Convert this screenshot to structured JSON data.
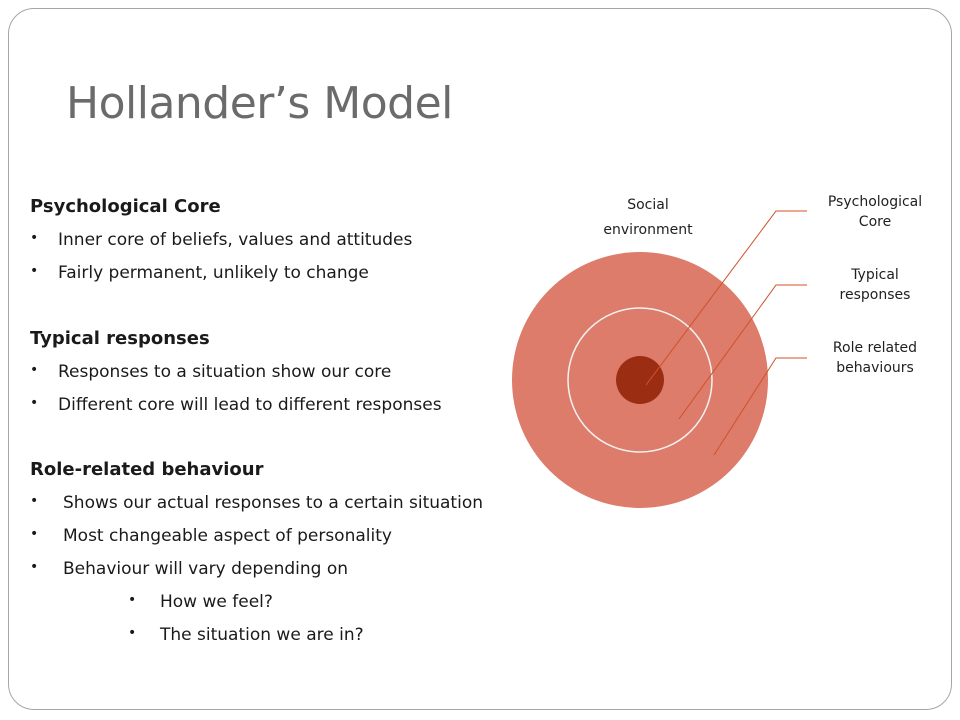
{
  "slide": {
    "title": "Hollander’s Model"
  },
  "sections": [
    {
      "heading": "Psychological Core",
      "bullets": [
        "Inner core of beliefs, values and attitudes",
        "Fairly permanent, unlikely to change"
      ]
    },
    {
      "heading": "Typical responses",
      "bullets": [
        "Responses to a situation show our core",
        "Different core will lead to different responses"
      ]
    },
    {
      "heading": "Role-related behaviour",
      "bullets": [
        "Shows our actual responses to a certain situation",
        "Most changeable aspect of personality",
        "Behaviour will vary depending on"
      ],
      "sub_bullets": [
        "How we feel?",
        "The situation we are in?"
      ]
    }
  ],
  "bullet_glyph": "•",
  "diagram": {
    "outer_label_line1": "Social",
    "outer_label_line2": "environment",
    "callouts": [
      {
        "line1": "Psychological",
        "line2": "Core"
      },
      {
        "line1": "Typical",
        "line2": "responses"
      },
      {
        "line1": "Role related",
        "line2": "behaviours"
      }
    ],
    "colors": {
      "outer": "#dd7c6b",
      "inner_ring": "#f2f2f2",
      "core": "#9b2e12",
      "leader": "#d0502a"
    }
  }
}
